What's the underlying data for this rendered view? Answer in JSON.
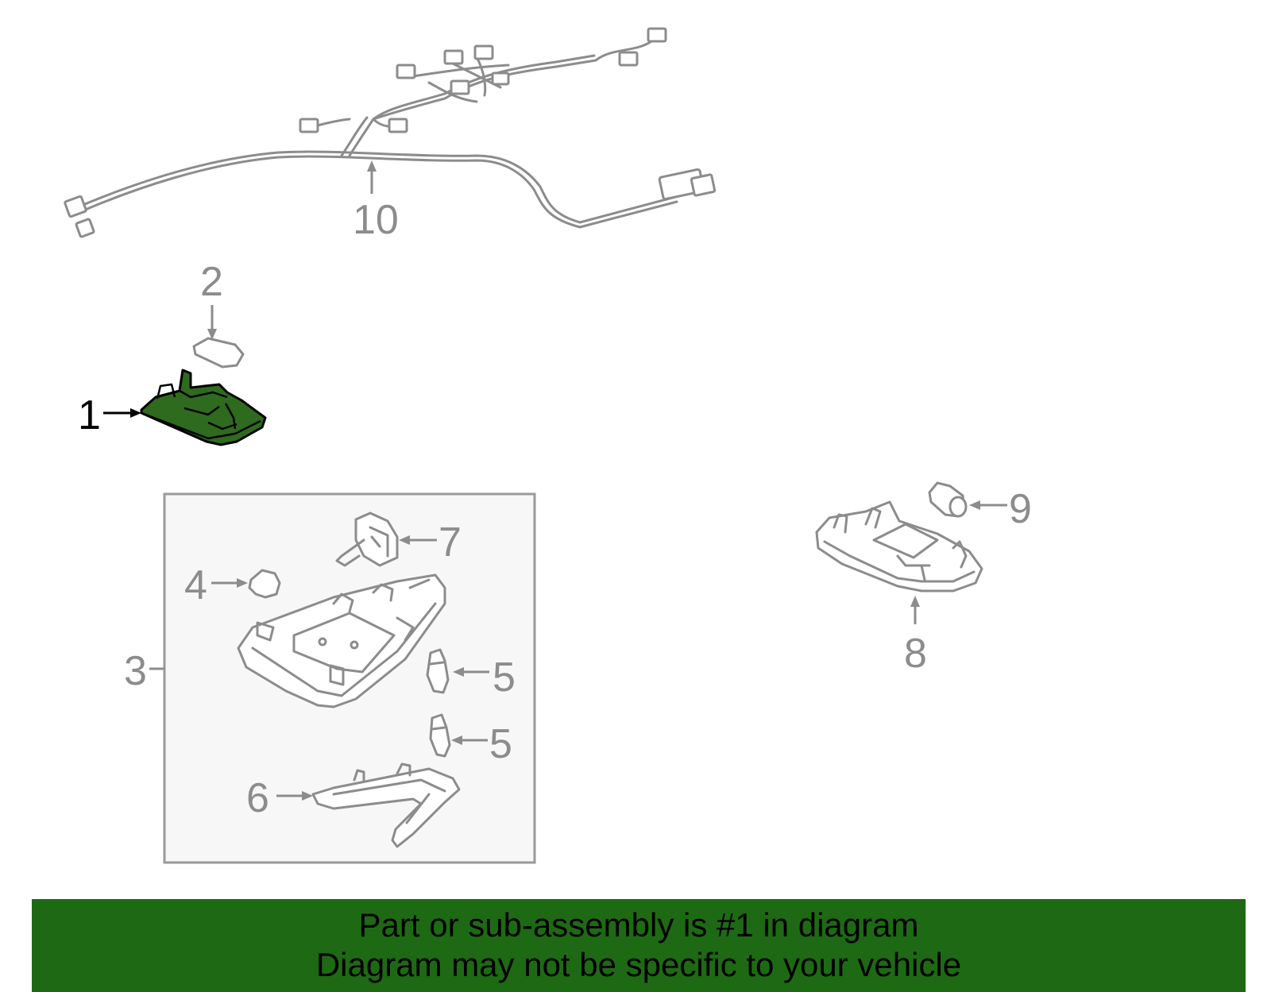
{
  "callouts": {
    "c1": "1",
    "c2": "2",
    "c3": "3",
    "c4": "4",
    "c5a": "5",
    "c5b": "5",
    "c6": "6",
    "c7": "7",
    "c8": "8",
    "c9": "9",
    "c10": "10"
  },
  "highlighted_part": "1",
  "colors": {
    "highlight_fill": "#2e6b1e",
    "banner_background": "#1e6a14",
    "line_art": "#8c8c8c"
  },
  "banner": {
    "line1": "Part or sub-assembly is #1 in diagram",
    "line2": "Diagram may not be specific to your vehicle"
  }
}
